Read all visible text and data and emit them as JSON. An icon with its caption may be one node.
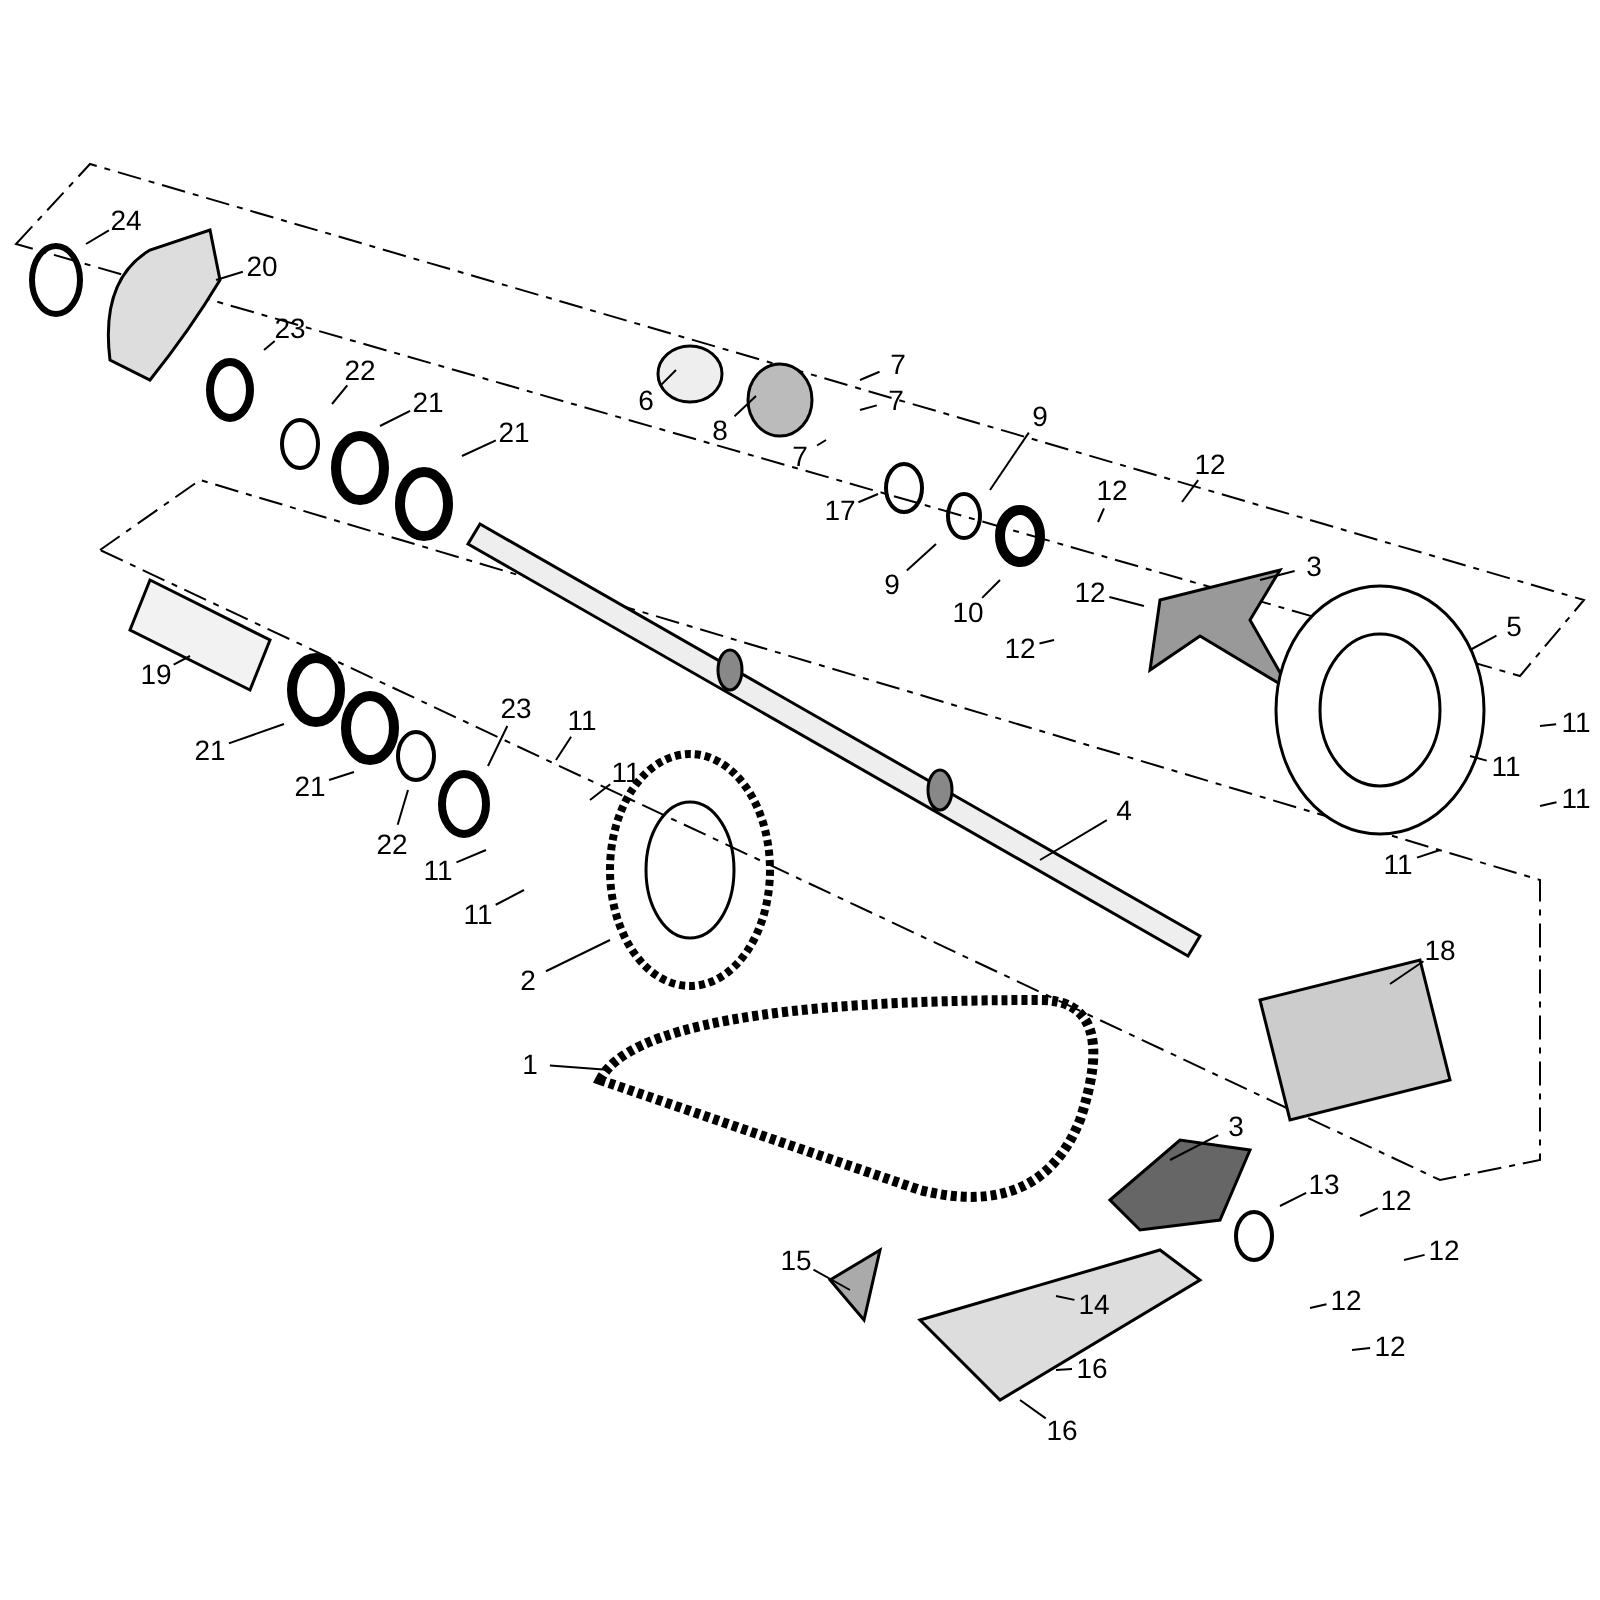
{
  "diagram": {
    "nodes": [
      {
        "text": [
          "24"
        ]
      },
      {
        "text": [
          "20"
        ]
      },
      {
        "text": [
          "23"
        ]
      },
      {
        "text": [
          "22"
        ]
      },
      {
        "text": [
          "21"
        ]
      },
      {
        "text": [
          "21"
        ]
      },
      {
        "text": [
          "6"
        ]
      },
      {
        "text": [
          "8"
        ]
      },
      {
        "text": [
          "7"
        ]
      },
      {
        "text": [
          "7"
        ]
      },
      {
        "text": [
          "7"
        ]
      },
      {
        "text": [
          "17"
        ]
      },
      {
        "text": [
          "9"
        ]
      },
      {
        "text": [
          "9"
        ]
      },
      {
        "text": [
          "10"
        ]
      },
      {
        "text": [
          "12"
        ]
      },
      {
        "text": [
          "12"
        ]
      },
      {
        "text": [
          "3"
        ]
      },
      {
        "text": [
          "12"
        ]
      },
      {
        "text": [
          "12"
        ]
      },
      {
        "text": [
          "5"
        ]
      },
      {
        "text": [
          "19"
        ]
      },
      {
        "text": [
          "21"
        ]
      },
      {
        "text": [
          "21"
        ]
      },
      {
        "text": [
          "22"
        ]
      },
      {
        "text": [
          "23"
        ]
      },
      {
        "text": [
          "11"
        ]
      },
      {
        "text": [
          "11"
        ]
      },
      {
        "text": [
          "11"
        ]
      },
      {
        "text": [
          "11"
        ]
      },
      {
        "text": [
          "2"
        ]
      },
      {
        "text": [
          "4"
        ]
      },
      {
        "text": [
          "11"
        ]
      },
      {
        "text": [
          "11"
        ]
      },
      {
        "text": [
          "11"
        ]
      },
      {
        "text": [
          "11"
        ]
      },
      {
        "text": [
          "18"
        ]
      },
      {
        "text": [
          "1"
        ]
      },
      {
        "text": [
          "3"
        ]
      },
      {
        "text": [
          "13"
        ]
      },
      {
        "text": [
          "12"
        ]
      },
      {
        "text": [
          "12"
        ]
      },
      {
        "text": [
          "12"
        ]
      },
      {
        "text": [
          "12"
        ]
      },
      {
        "text": [
          "15"
        ]
      },
      {
        "text": [
          "14"
        ]
      },
      {
        "text": [
          "16"
        ]
      },
      {
        "text": [
          "16"
        ]
      }
    ],
    "edges": [
      {
        "from": 0,
        "to": null,
        "arrow": "none"
      },
      {
        "from": 1,
        "to": null,
        "arrow": "none"
      },
      {
        "from": 2,
        "to": null,
        "arrow": "none"
      },
      {
        "from": 3,
        "to": null,
        "arrow": "none"
      },
      {
        "from": 4,
        "to": null,
        "arrow": "none"
      },
      {
        "from": 5,
        "to": null,
        "arrow": "none"
      },
      {
        "from": 6,
        "to": null,
        "arrow": "none"
      },
      {
        "from": 7,
        "to": null,
        "arrow": "none"
      },
      {
        "from": 8,
        "to": null,
        "arrow": "none"
      },
      {
        "from": 9,
        "to": null,
        "arrow": "none"
      },
      {
        "from": 10,
        "to": null,
        "arrow": "none"
      },
      {
        "from": 11,
        "to": null,
        "arrow": "none"
      },
      {
        "from": 12,
        "to": null,
        "arrow": "none"
      },
      {
        "from": 13,
        "to": null,
        "arrow": "none"
      },
      {
        "from": 14,
        "to": null,
        "arrow": "none"
      },
      {
        "from": 15,
        "to": null,
        "arrow": "none"
      },
      {
        "from": 16,
        "to": null,
        "arrow": "none"
      },
      {
        "from": 17,
        "to": null,
        "arrow": "none"
      },
      {
        "from": 18,
        "to": null,
        "arrow": "none"
      },
      {
        "from": 19,
        "to": null,
        "arrow": "none"
      },
      {
        "from": 20,
        "to": null,
        "arrow": "none"
      },
      {
        "from": 21,
        "to": null,
        "arrow": "none"
      },
      {
        "from": 22,
        "to": null,
        "arrow": "none"
      },
      {
        "from": 23,
        "to": null,
        "arrow": "none"
      },
      {
        "from": 24,
        "to": null,
        "arrow": "none"
      },
      {
        "from": 25,
        "to": null,
        "arrow": "none"
      },
      {
        "from": 26,
        "to": null,
        "arrow": "none"
      },
      {
        "from": 27,
        "to": null,
        "arrow": "none"
      },
      {
        "from": 28,
        "to": null,
        "arrow": "none"
      },
      {
        "from": 29,
        "to": null,
        "arrow": "none"
      },
      {
        "from": 30,
        "to": null,
        "arrow": "none"
      },
      {
        "from": 31,
        "to": null,
        "arrow": "none"
      },
      {
        "from": 32,
        "to": null,
        "arrow": "none"
      },
      {
        "from": 33,
        "to": null,
        "arrow": "none"
      },
      {
        "from": 34,
        "to": null,
        "arrow": "none"
      },
      {
        "from": 35,
        "to": null,
        "arrow": "none"
      },
      {
        "from": 36,
        "to": null,
        "arrow": "none"
      },
      {
        "from": 37,
        "to": null,
        "arrow": "none"
      },
      {
        "from": 38,
        "to": null,
        "arrow": "none"
      },
      {
        "from": 39,
        "to": null,
        "arrow": "none"
      },
      {
        "from": 40,
        "to": null,
        "arrow": "none"
      },
      {
        "from": 41,
        "to": null,
        "arrow": "none"
      },
      {
        "from": 42,
        "to": null,
        "arrow": "none"
      },
      {
        "from": 43,
        "to": null,
        "arrow": "none"
      },
      {
        "from": 44,
        "to": null,
        "arrow": "none"
      },
      {
        "from": 45,
        "to": null,
        "arrow": "none"
      },
      {
        "from": 46,
        "to": null,
        "arrow": "none"
      },
      {
        "from": 47,
        "to": null,
        "arrow": "none"
      }
    ]
  }
}
